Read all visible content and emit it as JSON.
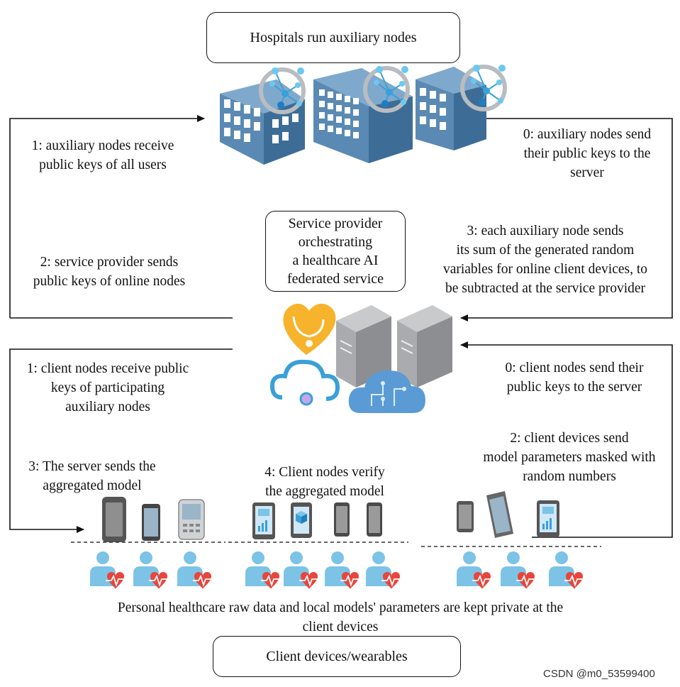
{
  "boxes": {
    "hospitals": "Hospitals run auxiliary nodes",
    "service_provider": "Service provider\norchestrating\na healthcare AI\nfederated service",
    "clients": "Client devices/wearables"
  },
  "labels": {
    "aux_receive": "1: auxiliary nodes receive\npublic keys of all users",
    "aux_send": "0: auxiliary nodes send\ntheir public keys to the\nserver",
    "sp_sends": "2: service provider sends\npublic keys of online nodes",
    "aux_sum": "3: each auxiliary node sends\nits sum of the generated random\nvariables for online client devices, to\nbe subtracted at the service provider",
    "client_receive": "1: client nodes receive public\nkeys of participating\nauxiliary nodes",
    "client_send": "0: client nodes send their\npublic keys to the server",
    "server_sends": "3: The server sends the\naggregated model",
    "client_verify": "4: Client nodes verify\nthe aggregated model",
    "client_masked": "2: client devices send\nmodel parameters masked with\nrandom numbers"
  },
  "footer_note": "Personal healthcare raw data and local models' parameters are kept private at the\nclient devices",
  "watermark": "CSDN @m0_53599400",
  "colors": {
    "building_front": "#5a8ab3",
    "building_side": "#3d6d96",
    "building_top": "#7fa9cc",
    "server": "#a9abae",
    "heart": "#f7b32b",
    "cloud_blue": "#5b9bd5",
    "person": "#7cc3e6",
    "heart_red": "#e8453c"
  }
}
